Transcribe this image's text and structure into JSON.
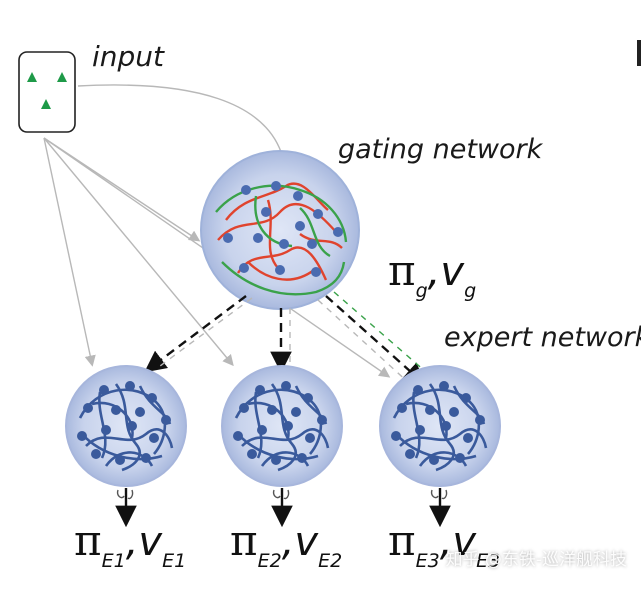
{
  "labels": {
    "input": "input",
    "gating": "gating network",
    "expert": "expert network"
  },
  "gating_output": {
    "pi": "π",
    "pi_sub": "g",
    "sep": ",",
    "v": "v",
    "v_sub": "g"
  },
  "experts": [
    {
      "pi": "π",
      "pi_sub": "E1",
      "sep": ",",
      "v": "v",
      "v_sub": "E1"
    },
    {
      "pi": "π",
      "pi_sub": "E2",
      "sep": ",",
      "v": "v",
      "v_sub": "E2"
    },
    {
      "pi": "π",
      "pi_sub": "E3",
      "sep": ",",
      "v": "v",
      "v_sub": "E3"
    }
  ],
  "watermark": "知乎 @东铁-巡洋舰科技",
  "colors": {
    "node_fill": "#3a5a9c",
    "network_fill": "#c9d4ee",
    "input_triangle": "#1e9a48",
    "gating_red": "#e0442e",
    "gating_green": "#3aa24a",
    "arrow_gray": "#b8b8b8"
  }
}
